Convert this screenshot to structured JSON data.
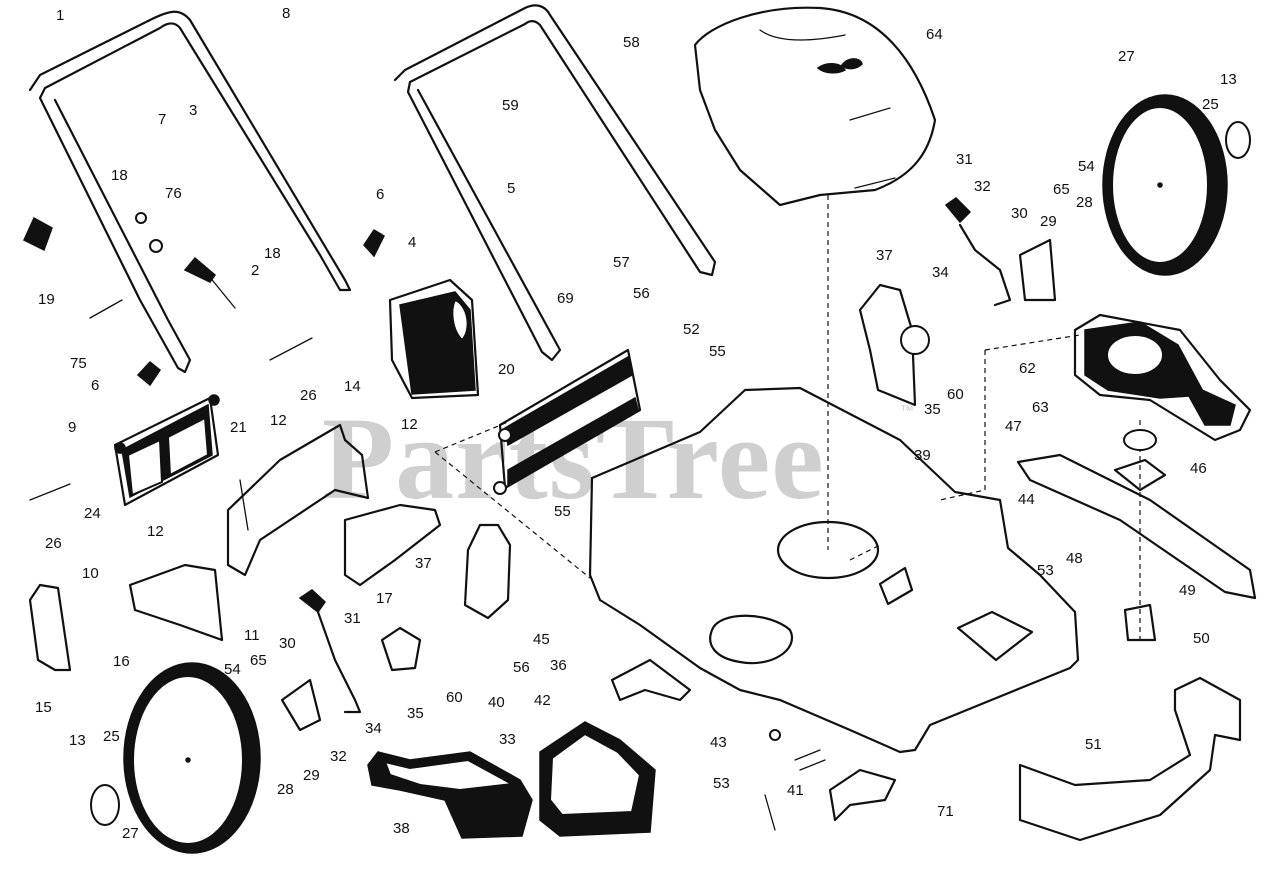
{
  "watermark": {
    "text": "PartsTree",
    "tm": "™"
  },
  "part_numbers": {
    "p1": "1",
    "p8": "8",
    "p58": "58",
    "p64": "64",
    "p27a": "27",
    "p13a": "13",
    "p25a": "25",
    "p7": "7",
    "p3": "3",
    "p59": "59",
    "p31a": "31",
    "p54a": "54",
    "p65a": "65",
    "p28a": "28",
    "p18a": "18",
    "p76": "76",
    "p6a": "6",
    "p5": "5",
    "p32a": "32",
    "p30a": "30",
    "p29a": "29",
    "p4": "4",
    "p18b": "18",
    "p2": "2",
    "p37a": "37",
    "p57": "57",
    "p34a": "34",
    "p19": "19",
    "p69": "69",
    "p56a": "56",
    "p52": "52",
    "p55a": "55",
    "p62": "62",
    "p75": "75",
    "p6b": "6",
    "p26a": "26",
    "p14": "14",
    "p20": "20",
    "p35a": "35",
    "p60a": "60",
    "p63": "63",
    "p9": "9",
    "p21": "21",
    "p12a": "12",
    "p12b": "12",
    "p47": "47",
    "p39": "39",
    "p46": "46",
    "p24": "24",
    "p55b": "55",
    "p44": "44",
    "p12c": "12",
    "p26b": "26",
    "p10": "10",
    "p37b": "37",
    "p53a": "53",
    "p48": "48",
    "p49": "49",
    "p17": "17",
    "p31b": "31",
    "p11": "11",
    "p30b": "30",
    "p45": "45",
    "p50": "50",
    "p16": "16",
    "p54b": "54",
    "p65b": "65",
    "p56b": "56",
    "p36": "36",
    "p15": "15",
    "p60b": "60",
    "p40": "40",
    "p42": "42",
    "p35b": "35",
    "p34b": "34",
    "p13b": "13",
    "p25b": "25",
    "p33": "33",
    "p43": "43",
    "p51": "51",
    "p32b": "32",
    "p29b": "29",
    "p28b": "28",
    "p53b": "53",
    "p41": "41",
    "p27b": "27",
    "p38": "38",
    "p71": "71"
  }
}
